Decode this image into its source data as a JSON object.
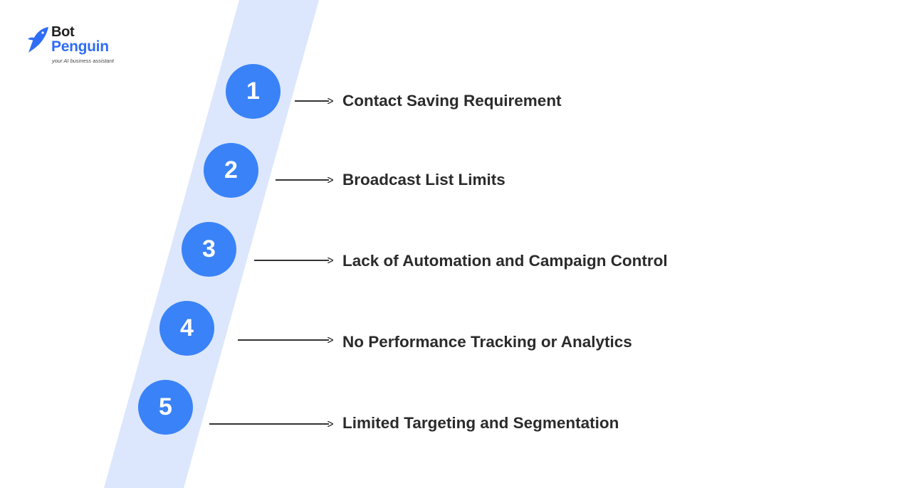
{
  "brand": {
    "name_line1": "Bot",
    "name_line2": "Penguin",
    "tagline": "your AI business assistant",
    "icon": "penguin-bird-icon"
  },
  "colors": {
    "band": "#dce7fd",
    "circle": "#3a82f7",
    "brand_blue": "#2f6df6",
    "text": "#2b2b2b"
  },
  "steps": [
    {
      "number": "1",
      "label": "Contact Saving Requirement"
    },
    {
      "number": "2",
      "label": "Broadcast List Limits"
    },
    {
      "number": "3",
      "label": "Lack of Automation and Campaign Control"
    },
    {
      "number": "4",
      "label": "No Performance Tracking or Analytics"
    },
    {
      "number": "5",
      "label": "Limited Targeting and Segmentation"
    }
  ]
}
